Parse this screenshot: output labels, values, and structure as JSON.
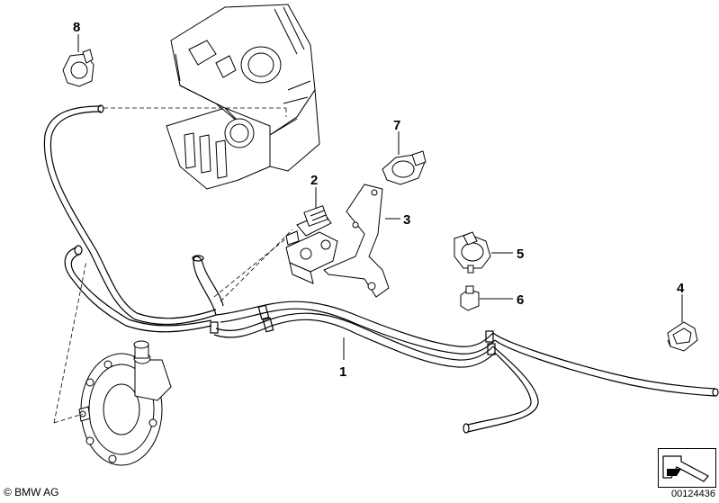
{
  "callouts": [
    "1",
    "2",
    "3",
    "4",
    "5",
    "6",
    "7",
    "8"
  ],
  "footer": {
    "copyright": "© BMW AG",
    "image_number": "00124436"
  },
  "nav_icon": "arrow-navigation-icon"
}
